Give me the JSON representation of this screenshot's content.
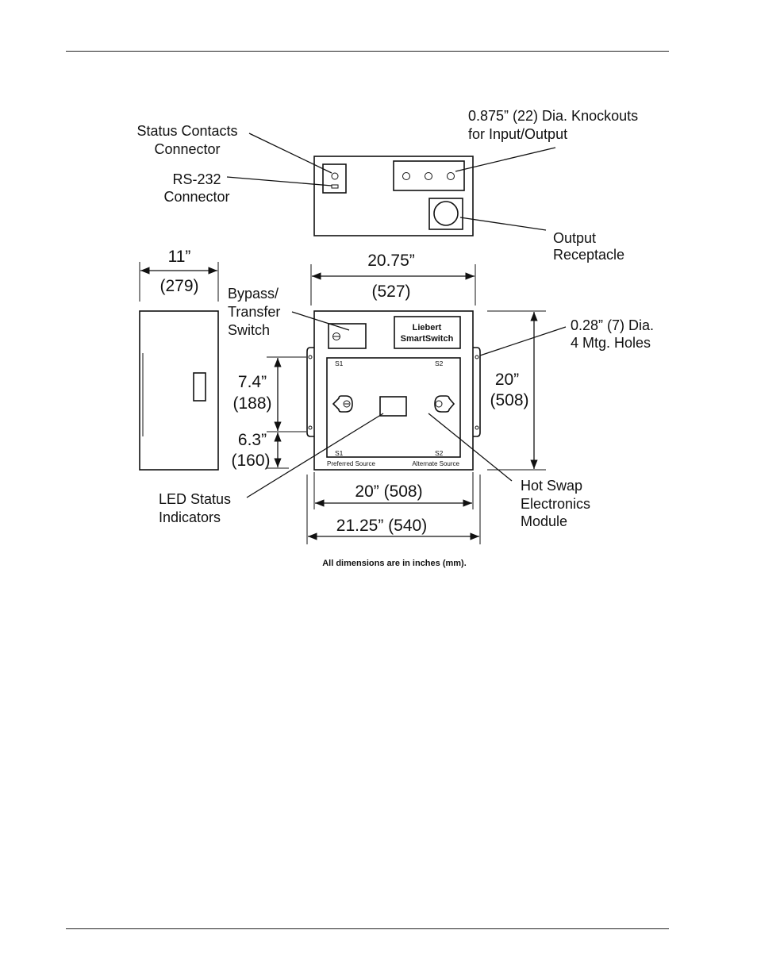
{
  "labels": {
    "status_contacts_line1": "Status Contacts",
    "status_contacts_line2": "Connector",
    "rs232_line1": "RS-232",
    "rs232_line2": "Connector",
    "knockouts_line1": "0.875” (22) Dia. Knockouts",
    "knockouts_line2": "for Input/Output",
    "output_line1": "Output",
    "output_line2": "Receptacle",
    "bypass_line1": "Bypass/",
    "bypass_line2": "Transfer",
    "bypass_line3": "Switch",
    "mtg_holes_line1": "0.28” (7) Dia.",
    "mtg_holes_line2": "4 Mtg. Holes",
    "led_line1": "LED Status",
    "led_line2": "Indicators",
    "hotswap_line1": "Hot Swap",
    "hotswap_line2": "Electronics",
    "hotswap_line3": "Module",
    "brand_line1": "Liebert",
    "brand_line2": "SmartSwitch",
    "s1_top": "S1",
    "s2_top": "S2",
    "s1_bottom": "S1",
    "s2_bottom": "S2",
    "preferred_source": "Preferred Source",
    "alternate_source": "Alternate Source"
  },
  "dimensions": {
    "depth_in": "11”",
    "depth_mm": "(279)",
    "width_in": "20.75”",
    "width_mm": "(527)",
    "height_in": "20”",
    "height_mm": "(508)",
    "upper_in": "7.4”",
    "upper_mm": "(188)",
    "lower_in": "6.3”",
    "lower_mm": "(160)",
    "inner_width": "20” (508)",
    "outer_width": "21.25” (540)"
  },
  "note": "All dimensions are in inches (mm)."
}
